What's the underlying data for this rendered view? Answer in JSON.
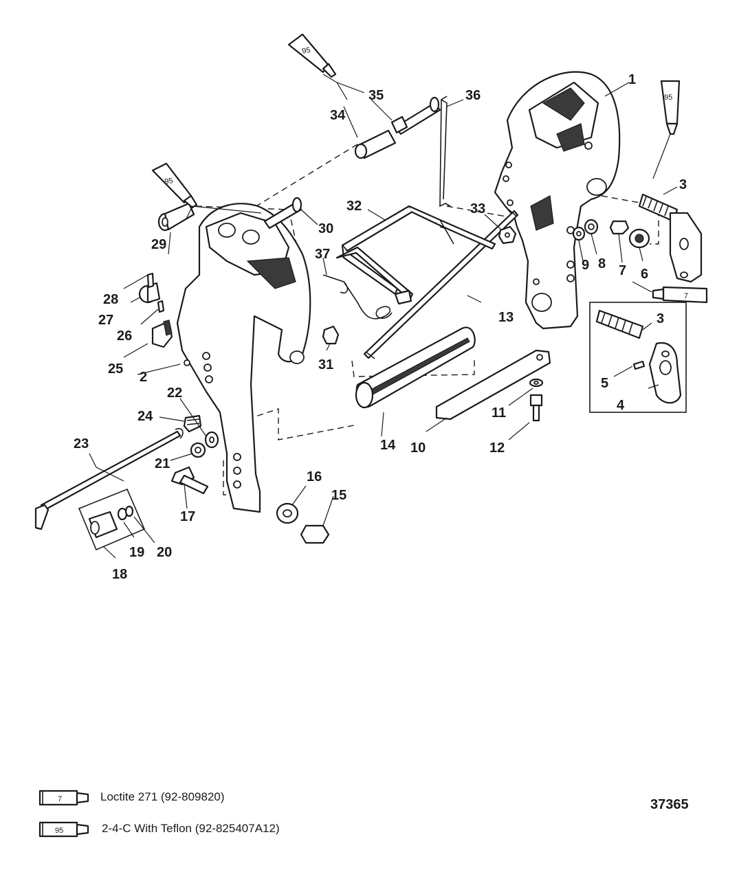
{
  "callouts": [
    "1",
    "2",
    "3",
    "4",
    "5",
    "6",
    "7",
    "8",
    "9",
    "10",
    "11",
    "12",
    "13",
    "14",
    "15",
    "16",
    "17",
    "18",
    "19",
    "20",
    "21",
    "22",
    "23",
    "24",
    "25",
    "26",
    "27",
    "28",
    "29",
    "30",
    "31",
    "32",
    "33",
    "34",
    "35",
    "36",
    "37"
  ],
  "tube_codes": [
    "95",
    "7"
  ],
  "legend": [
    {
      "code": "7",
      "text": "Loctite 271 (92-809820)"
    },
    {
      "code": "95",
      "text": "2-4-C  With Teflon (92-825407A12)"
    }
  ],
  "drawing_number": "37365",
  "colors": {
    "ink": "#1a1a1a",
    "paper": "#ffffff"
  }
}
